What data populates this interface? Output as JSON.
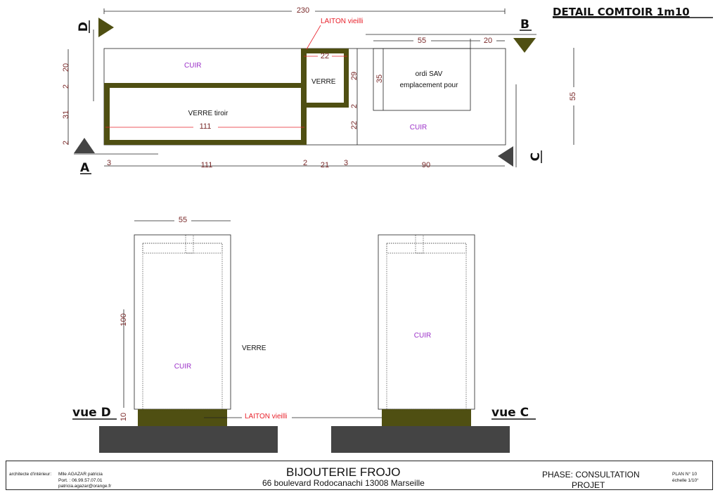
{
  "title": "DETAIL COMTOIR  1m10",
  "plan_view": {
    "dim_total": "230",
    "dim_55_top": "55",
    "dim_20_top": "20",
    "dim_22_top": "22",
    "dim_111_inner": "111",
    "dim_20_left": "20",
    "dim_2_left_a": "2",
    "dim_31_left": "31",
    "dim_2_left_b": "2",
    "dim_29": "29",
    "dim_2_mid": "2",
    "dim_22_mid": "22",
    "dim_35": "35",
    "dim_55_right": "55",
    "bottom_dims": [
      "3",
      "111",
      "2",
      "21",
      "3",
      "90"
    ],
    "label_laiton": "LAITON vieilli",
    "label_cuir_top": "CUIR",
    "label_verre_small": "VERRE",
    "label_verre_tiroir": "VERRE tiroir",
    "label_ordi_1": "ordi SAV",
    "label_ordi_2": "emplacement pour",
    "label_cuir_right": "CUIR",
    "marker_a": "A",
    "marker_b": "B",
    "marker_c": "C",
    "marker_d": "D"
  },
  "elevations": {
    "dim_55": "55",
    "dim_100": "100",
    "dim_10": "10",
    "label_cuir_d": "CUIR",
    "label_verre_d": "VERRE",
    "label_cuir_c": "CUIR",
    "label_laiton": "LAITON vieilli",
    "view_d": "vue D",
    "view_c": "vue C"
  },
  "titleblock": {
    "architect_label": "architecte d'intérieur:",
    "architect_name": "Mlle AGAZAR patricia",
    "phone": "Port. : 06.99.57.07.01",
    "email": "patricia.agazar@orange.fr",
    "project_name": "BIJOUTERIE FROJO",
    "address": "66 boulevard Rodocanachi 13008 Marseille",
    "phase_label": "PHASE:  CONSULTATION",
    "phase_value": "PROJET",
    "plan_no": "PLAN N° 10",
    "scale": "échelle 1/10°"
  },
  "colors": {
    "brass": "#4f4f12",
    "leather_text": "#9b30c8",
    "dimension_text": "#7a2a2a",
    "note_red": "#e8202a",
    "floor": "#444444"
  }
}
